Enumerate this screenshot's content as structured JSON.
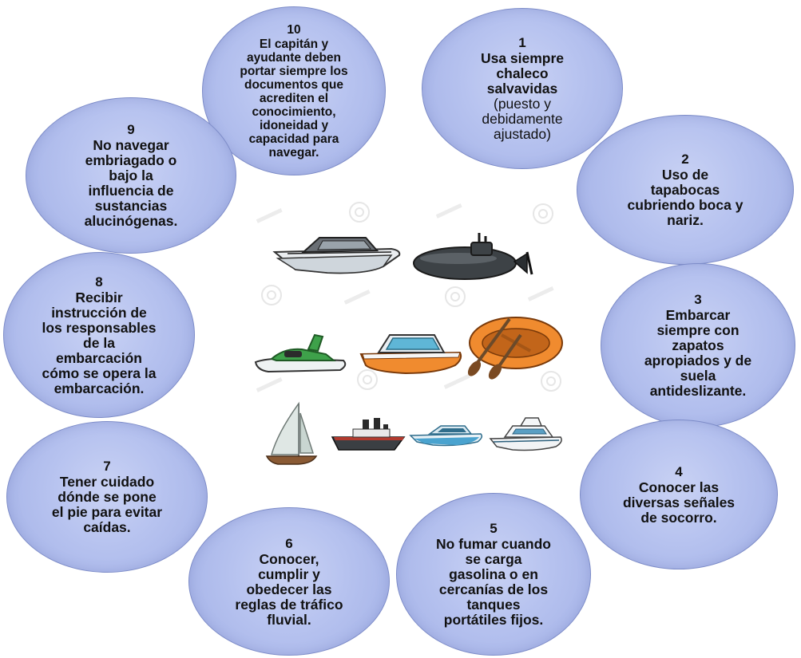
{
  "colors": {
    "circle_fill": "#b6c2ef",
    "circle_border": "#7d8cc8",
    "text": "#111111"
  },
  "circles": [
    {
      "num": "10",
      "text": "El capitán y\nayudante deben\nportar siempre los\ndocumentos que\nacrediten el\nconocimiento,\nidoneidad y\ncapacidad para\nnavegar."
    },
    {
      "num": "1",
      "text": "Usa siempre\nchaleco\nsalvavidas",
      "text2": "(puesto y\ndebidamente\najustado)"
    },
    {
      "num": "2",
      "text": "Uso de\ntapabocas\ncubriendo boca y\nnariz."
    },
    {
      "num": "3",
      "text": "Embarcar\nsiempre con\nzapatos\napropiados y de\nsuela\nantideslizante."
    },
    {
      "num": "4",
      "text": "Conocer las\ndiversas señales\nde socorro."
    },
    {
      "num": "5",
      "text": "No fumar cuando\nse carga\ngasolina o en\ncercanías de los\ntanques\nportátiles fijos."
    },
    {
      "num": "6",
      "text": "Conocer,\ncumplir y\nobedecer las\nreglas de tráfico\nfluvial."
    },
    {
      "num": "7",
      "text": "Tener cuidado\ndónde se pone\nel pie para evitar\ncaídas."
    },
    {
      "num": "8",
      "text": "Recibir\ninstrucción de\nlos responsables\nde la\nembarcación\ncómo se opera la\nembarcación."
    },
    {
      "num": "9",
      "text": "No navegar\nembriagado o\nbajo la\ninfluencia de\nsustancias\nalucinógenas."
    }
  ],
  "icons": [
    "speedboat-icon",
    "submarine-icon",
    "jet-ski-icon",
    "motorboat-icon",
    "inflatable-raft-icon",
    "sailboat-icon",
    "ship-icon",
    "cruiser-icon",
    "yacht-icon"
  ]
}
